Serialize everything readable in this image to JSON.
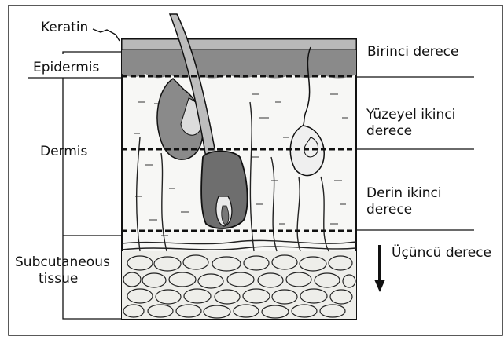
{
  "labels": {
    "keratin": "Keratin",
    "epidermis": "Epidermis",
    "dermis": "Dermis",
    "subcutaneous_line1": "Subcutaneous",
    "subcutaneous_line2": "tissue"
  },
  "burn_degrees": {
    "first": "Birinci derece",
    "superficial_second_line1": "Yüzeyel ikinci",
    "superficial_second_line2": "derece",
    "deep_second_line1": "Derin ikinci",
    "deep_second_line2": "derece",
    "third": "Üçüncü derece"
  }
}
